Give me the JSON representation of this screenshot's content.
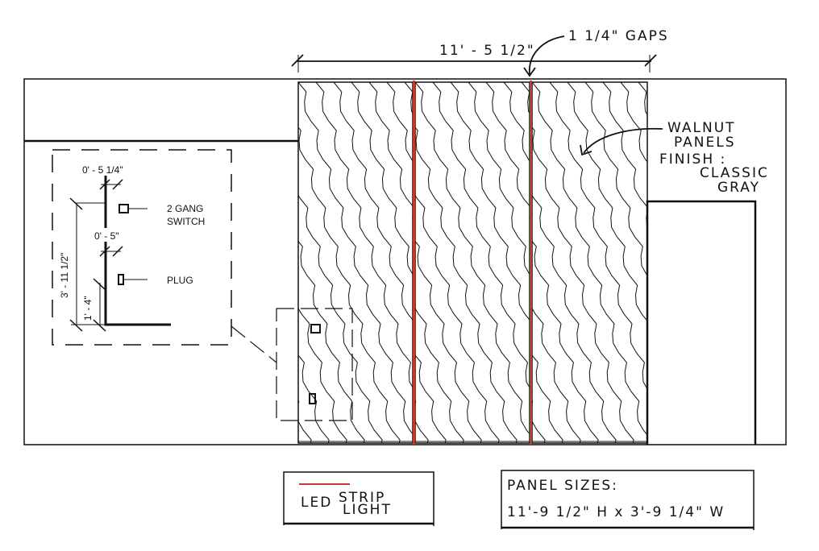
{
  "overall_dimension": "11' - 5 1/2\"",
  "gaps_note": "1 1/4\" GAPS",
  "panel_note": [
    "WALNUT",
    "PANELS",
    "FINISH :",
    "CLASSIC",
    "GRAY"
  ],
  "detail": {
    "switch_offset": "0' - 5 1/4\"",
    "switch_label": [
      "2 GANG",
      "SWITCH"
    ],
    "plug_offset": "0' - 5\"",
    "plug_label": "PLUG",
    "switch_height": "3' - 11 1/2\"",
    "plug_height": "1' - 4\""
  },
  "legend": {
    "line_color": "#c0392b",
    "label_top": "STRIP",
    "label_led": "LED",
    "label_bottom": "LIGHT"
  },
  "panel_sizes": {
    "title": "PANEL SIZES:",
    "value": "11'-9 1/2\" H x 3'-9 1/4\" W"
  },
  "panel_count": 3
}
